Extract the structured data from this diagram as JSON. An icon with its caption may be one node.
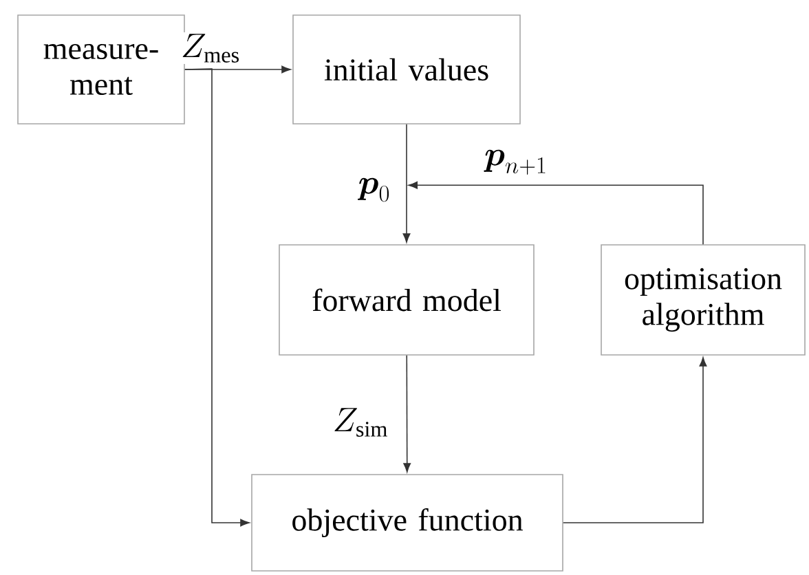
{
  "diagram": {
    "nodes": [
      {
        "text": [
          "measure- ment"
        ]
      },
      {
        "text": [
          "initial values"
        ]
      },
      {
        "text": [
          "forward model"
        ]
      },
      {
        "text": [
          "optimisation algorithm"
        ]
      },
      {
        "text": [
          "objective function"
        ]
      }
    ],
    "edges": [
      {
        "from": 0,
        "to": 1,
        "arrow": "to",
        "label": "Z_{\\mathrm{mes}}"
      },
      {
        "from": 0,
        "to": 4,
        "arrow": "to"
      },
      {
        "from": 1,
        "to": 2,
        "arrow": "to",
        "label": "\\boldsymbol{p}_0"
      },
      {
        "from": 3,
        "to": 2,
        "arrow": "to",
        "label": "\\boldsymbol{p}_{n+1}"
      },
      {
        "from": 2,
        "to": 4,
        "arrow": "to",
        "label": "Z_{\\mathrm{sim}}"
      },
      {
        "from": 4,
        "to": 3,
        "arrow": "to"
      }
    ]
  }
}
